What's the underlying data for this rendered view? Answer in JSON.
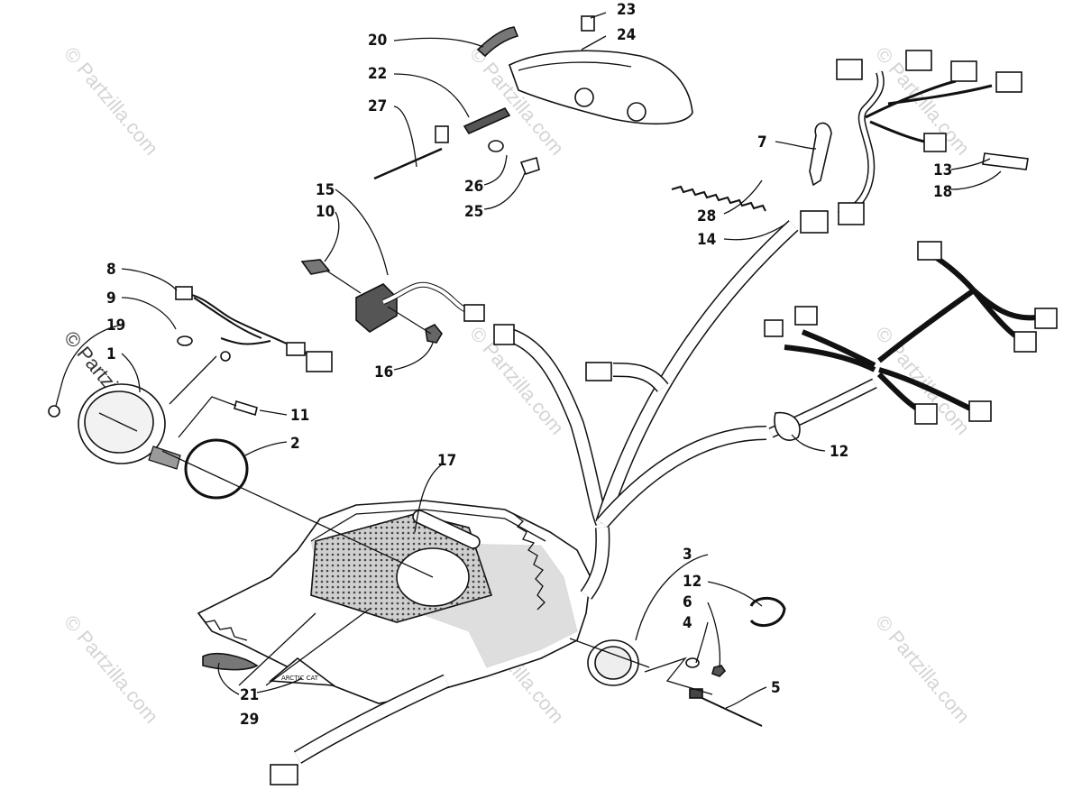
{
  "watermark": "© Partzilla.com",
  "callouts": [
    {
      "id": "c1",
      "label": "1"
    },
    {
      "id": "c2",
      "label": "2"
    },
    {
      "id": "c3",
      "label": "3"
    },
    {
      "id": "c4",
      "label": "4"
    },
    {
      "id": "c5",
      "label": "5"
    },
    {
      "id": "c6",
      "label": "6"
    },
    {
      "id": "c7",
      "label": "7"
    },
    {
      "id": "c8",
      "label": "8"
    },
    {
      "id": "c9",
      "label": "9"
    },
    {
      "id": "c10",
      "label": "10"
    },
    {
      "id": "c11",
      "label": "11"
    },
    {
      "id": "c12a",
      "label": "12"
    },
    {
      "id": "c12b",
      "label": "12"
    },
    {
      "id": "c13",
      "label": "13"
    },
    {
      "id": "c14",
      "label": "14"
    },
    {
      "id": "c15",
      "label": "15"
    },
    {
      "id": "c16",
      "label": "16"
    },
    {
      "id": "c17",
      "label": "17"
    },
    {
      "id": "c18",
      "label": "18"
    },
    {
      "id": "c19",
      "label": "19"
    },
    {
      "id": "c20",
      "label": "20"
    },
    {
      "id": "c21",
      "label": "21"
    },
    {
      "id": "c22",
      "label": "22"
    },
    {
      "id": "c23",
      "label": "23"
    },
    {
      "id": "c24",
      "label": "24"
    },
    {
      "id": "c25",
      "label": "25"
    },
    {
      "id": "c26",
      "label": "26"
    },
    {
      "id": "c27",
      "label": "27"
    },
    {
      "id": "c28",
      "label": "28"
    },
    {
      "id": "c29",
      "label": "29"
    }
  ],
  "decal_text": "ARCTIC CAT"
}
